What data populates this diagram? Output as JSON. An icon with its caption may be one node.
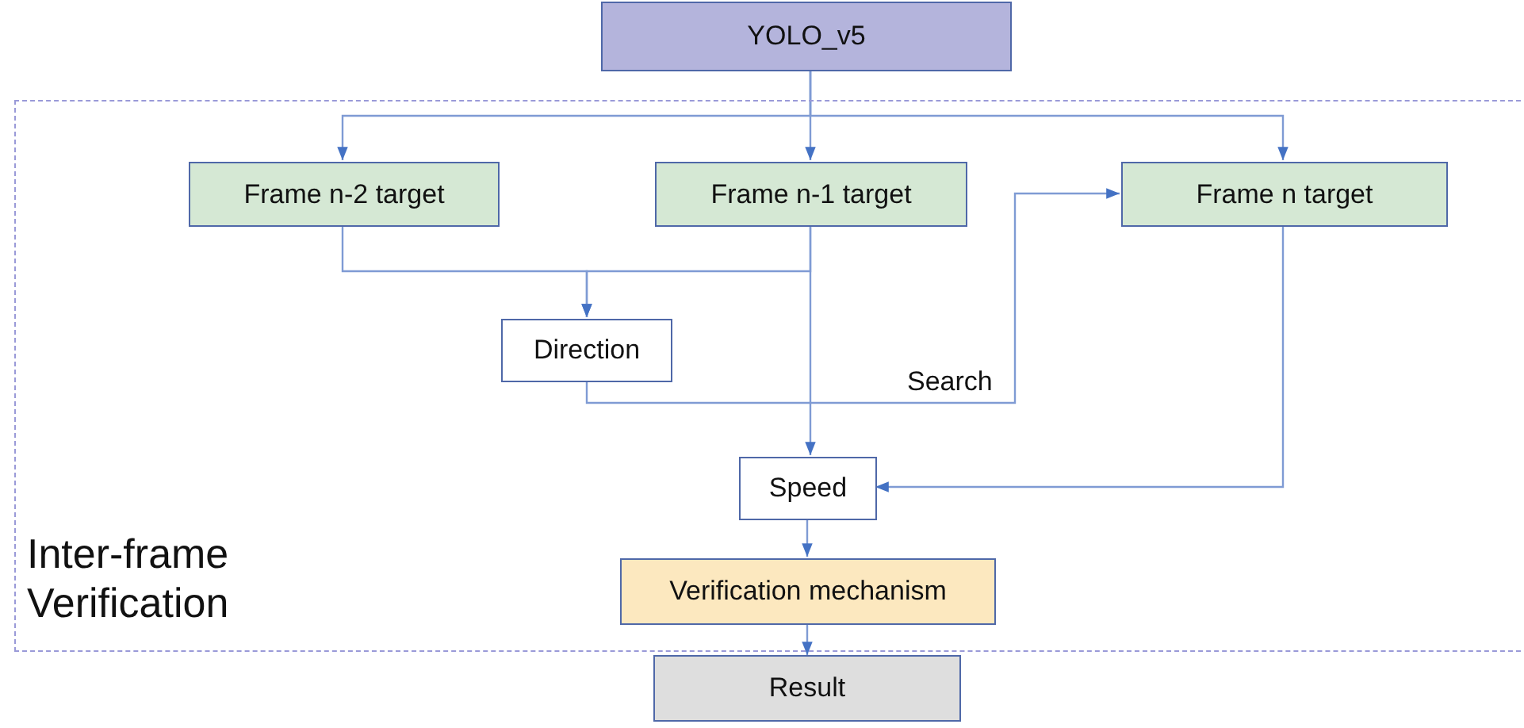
{
  "diagram": {
    "nodes": [
      {
        "text": [
          "YOLO_v5"
        ]
      },
      {
        "text": [
          "Inter-frame Verification"
        ]
      },
      {
        "text": [
          "Frame n-2 target"
        ],
        "in": 1
      },
      {
        "text": [
          "Frame n-1 target"
        ],
        "in": 1
      },
      {
        "text": [
          "Frame n target"
        ],
        "in": 1
      },
      {
        "text": [
          "Direction"
        ],
        "in": 1
      },
      {
        "text": [
          "Speed"
        ],
        "in": 1
      },
      {
        "text": [
          "Verification mechanism"
        ],
        "in": 1
      },
      {
        "text": [
          "Result"
        ]
      }
    ],
    "edges": [
      {
        "from": 0,
        "to": 2,
        "arrow": "to"
      },
      {
        "from": 0,
        "to": 3,
        "arrow": "to"
      },
      {
        "from": 0,
        "to": 4,
        "arrow": "to"
      },
      {
        "from": 2,
        "to": 5,
        "arrow": "to"
      },
      {
        "from": 3,
        "to": 5,
        "arrow": "to"
      },
      {
        "from": 3,
        "to": 6,
        "arrow": "to"
      },
      {
        "from": 5,
        "to": 4,
        "arrow": "to",
        "label": "Search"
      },
      {
        "from": 4,
        "to": 6,
        "arrow": "to"
      },
      {
        "from": 6,
        "to": 7,
        "arrow": "to"
      },
      {
        "from": 7,
        "to": 8,
        "arrow": "to"
      }
    ]
  }
}
